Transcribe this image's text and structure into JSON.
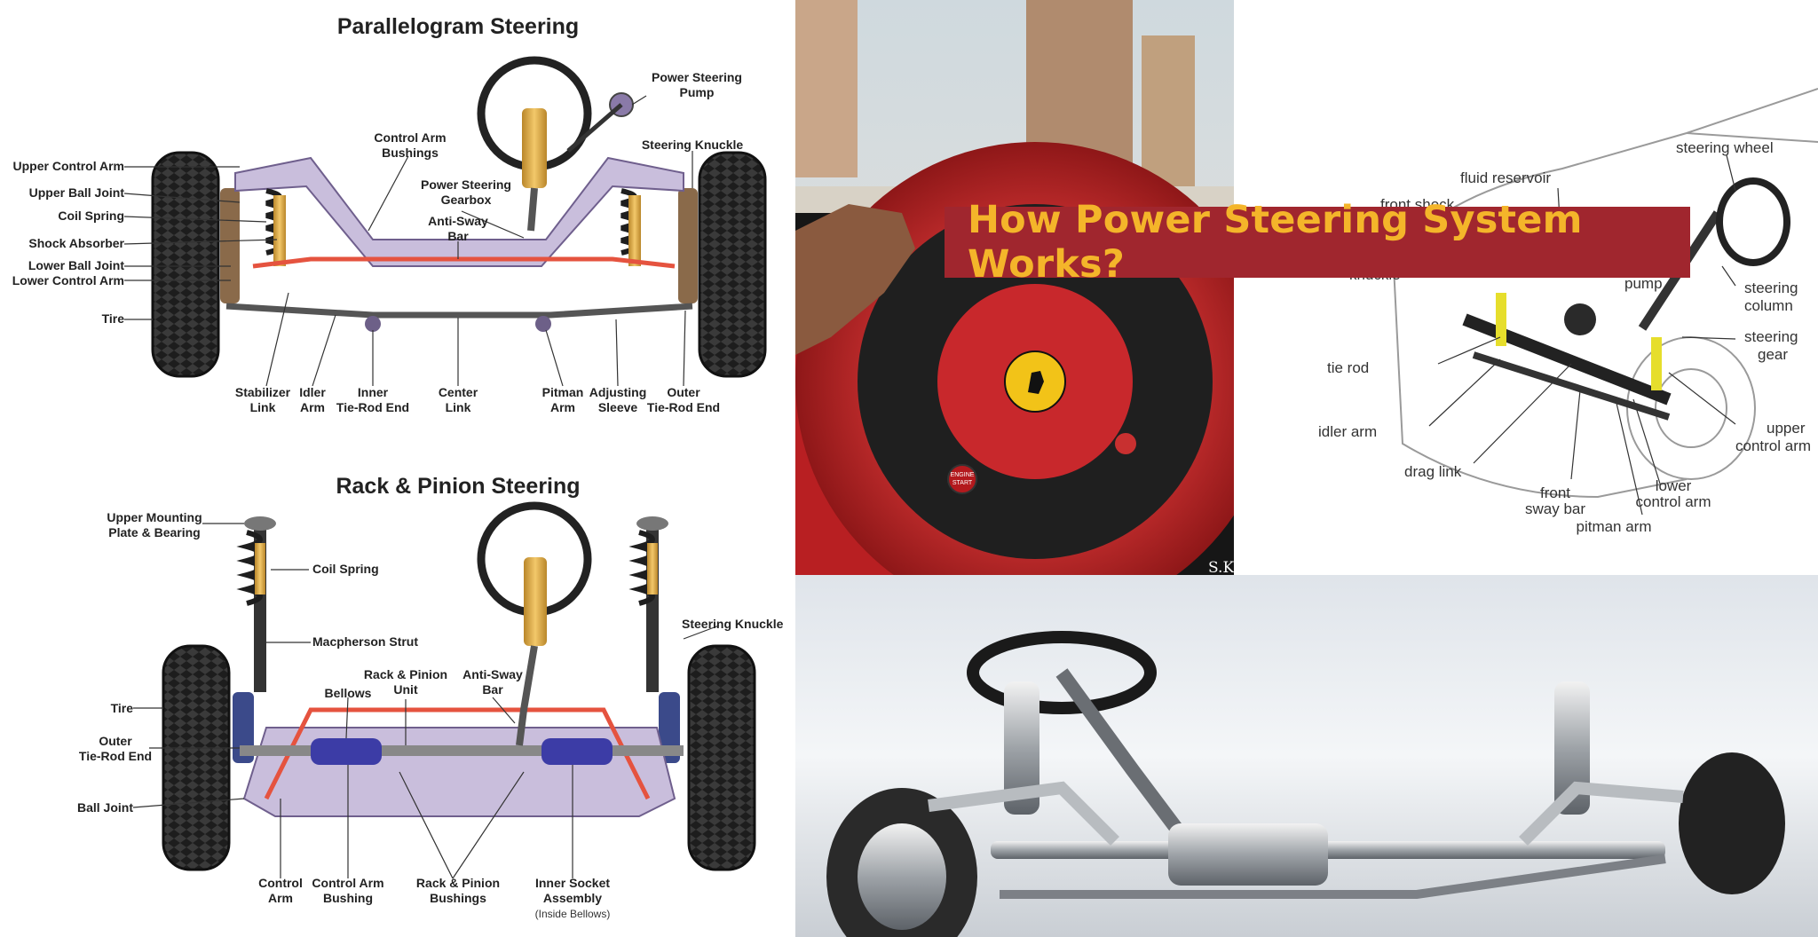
{
  "parallelogram": {
    "title": "Parallelogram Steering",
    "labels": {
      "upper_control_arm": "Upper Control Arm",
      "upper_ball_joint": "Upper Ball Joint",
      "coil_spring": "Coil Spring",
      "shock_absorber": "Shock Absorber",
      "lower_ball_joint": "Lower Ball Joint",
      "lower_control_arm": "Lower Control Arm",
      "tire": "Tire",
      "control_arm_bushings_1": "Control Arm",
      "control_arm_bushings_2": "Bushings",
      "power_steering_gearbox_1": "Power Steering",
      "power_steering_gearbox_2": "Gearbox",
      "anti_sway_bar_1": "Anti-Sway",
      "anti_sway_bar_2": "Bar",
      "power_steering_pump_1": "Power Steering",
      "power_steering_pump_2": "Pump",
      "steering_knuckle": "Steering Knuckle",
      "stabilizer_link_1": "Stabilizer",
      "stabilizer_link_2": "Link",
      "idler_arm_1": "Idler",
      "idler_arm_2": "Arm",
      "inner_tie_rod_1": "Inner",
      "inner_tie_rod_2": "Tie-Rod End",
      "center_link_1": "Center",
      "center_link_2": "Link",
      "pitman_arm_1": "Pitman",
      "pitman_arm_2": "Arm",
      "adjusting_sleeve_1": "Adjusting",
      "adjusting_sleeve_2": "Sleeve",
      "outer_tie_rod_1": "Outer",
      "outer_tie_rod_2": "Tie-Rod End"
    }
  },
  "rack_pinion": {
    "title": "Rack & Pinion Steering",
    "labels": {
      "upper_mounting_1": "Upper Mounting",
      "upper_mounting_2": "Plate & Bearing",
      "coil_spring": "Coil Spring",
      "steering_knuckle": "Steering Knuckle",
      "macpherson_strut": "Macpherson Strut",
      "rack_pinion_unit_1": "Rack & Pinion",
      "rack_pinion_unit_2": "Unit",
      "anti_sway_bar_1": "Anti-Sway",
      "anti_sway_bar_2": "Bar",
      "bellows": "Bellows",
      "tire": "Tire",
      "outer_tie_rod_1": "Outer",
      "outer_tie_rod_2": "Tie-Rod End",
      "ball_joint": "Ball Joint",
      "control_arm_1": "Control",
      "control_arm_2": "Arm",
      "control_arm_bushing_1": "Control Arm",
      "control_arm_bushing_2": "Bushing",
      "rack_pinion_bushings_1": "Rack & Pinion",
      "rack_pinion_bushings_2": "Bushings",
      "inner_socket_1": "Inner Socket",
      "inner_socket_2": "Assembly",
      "inner_socket_3": "(Inside Bellows)"
    }
  },
  "banner": {
    "title": "How Power Steering System Works?"
  },
  "car_diagram": {
    "labels": {
      "steering_wheel": "steering wheel",
      "fluid_reservoir": "fluid reservoir",
      "front_shock": "front shock",
      "knuckle": "knuckle",
      "pump": "pump",
      "steering_column_1": "steering",
      "steering_column_2": "column",
      "steering_gear_1": "steering",
      "steering_gear_2": "gear",
      "tie_rod": "tie rod",
      "idler_arm": "idler arm",
      "upper_control_arm_1": "upper",
      "upper_control_arm_2": "control arm",
      "drag_link": "drag link",
      "front_sway_bar_1": "front",
      "front_sway_bar_2": "sway bar",
      "lower_control_arm_1": "lower",
      "lower_control_arm_2": "control arm",
      "pitman_arm": "pitman arm"
    }
  },
  "photo": {
    "watermark": "S.KH",
    "engine_start_1": "ENGINE",
    "engine_start_2": "START"
  },
  "colors": {
    "banner_bg": "#a0262e",
    "banner_text": "#f4b52a",
    "frame_purple": "#c9bedc",
    "tie_rod_red": "#e5533f",
    "wheel_red": "#c8282c"
  }
}
